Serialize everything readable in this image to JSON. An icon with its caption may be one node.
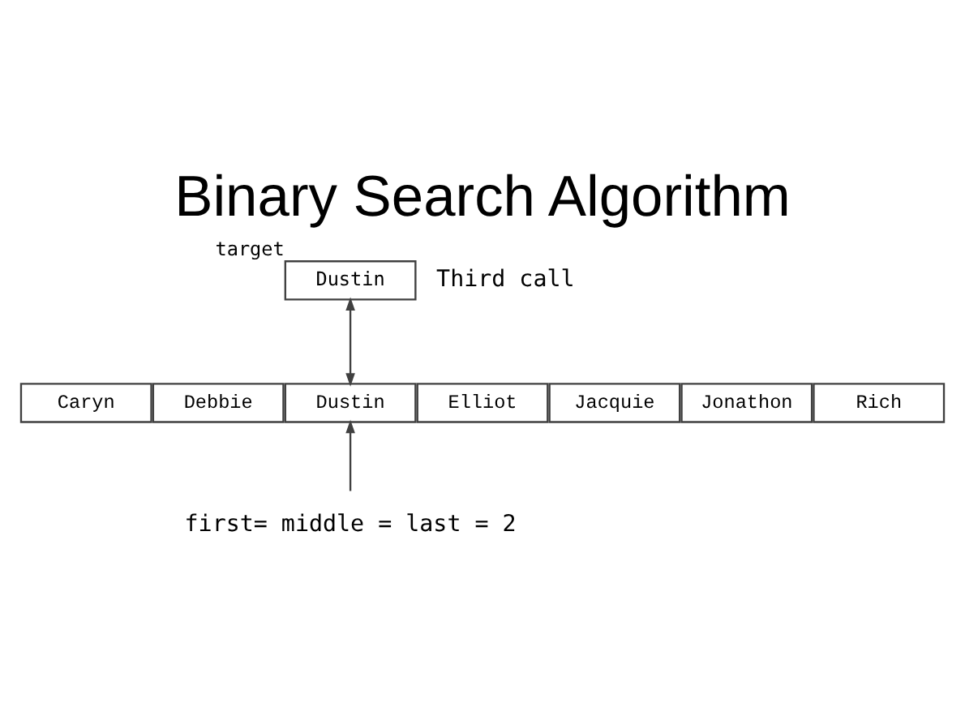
{
  "diagram": {
    "title": "Binary Search Algorithm",
    "nodes": [
      {
        "text": [
          "Dustin"
        ],
        "beside": [
          "target"
        ]
      },
      {
        "text": [
          "Caryn"
        ]
      },
      {
        "text": [
          "Debbie"
        ]
      },
      {
        "text": [
          "Dustin"
        ]
      },
      {
        "text": [
          "Elliot"
        ]
      },
      {
        "text": [
          "Jacquie"
        ]
      },
      {
        "text": [
          "Jonathon"
        ]
      },
      {
        "text": [
          "Rich"
        ]
      },
      {
        "text": [
          "first= middle = last = 2"
        ]
      }
    ],
    "edges": [
      {
        "from": 0,
        "to": 3,
        "arrow": "both"
      },
      {
        "from": 8,
        "to": 3,
        "arrow": "to"
      }
    ],
    "labels": [
      "Third call"
    ]
  }
}
